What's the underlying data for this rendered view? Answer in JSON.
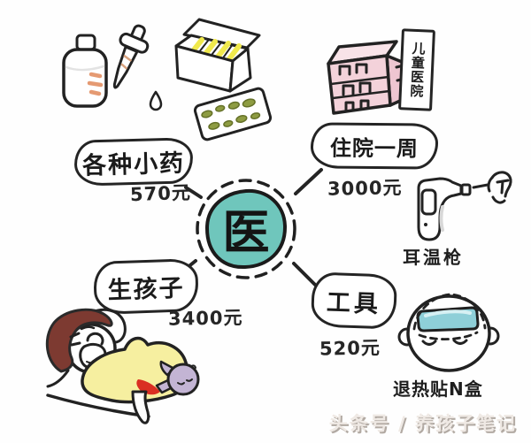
{
  "center": {
    "label": "医"
  },
  "branches": {
    "medicines": {
      "label": "各种小药",
      "price": "570元"
    },
    "hospital": {
      "label": "住院一周",
      "price": "3000元"
    },
    "birth": {
      "label": "生孩子",
      "price": "3400元"
    },
    "tools": {
      "label": "工具",
      "price": "520元"
    }
  },
  "captions": {
    "hospital_sign": "儿童医院",
    "ear_thermometer": "耳温枪",
    "fever_patches": "退热贴N盒"
  },
  "watermark": "头条号 / 养孩子笔记",
  "colors": {
    "ink": "#222222",
    "center_teal": "#6fc6bc",
    "building_pink": "#f3d2da",
    "blanket_yellow": "#f6efa0",
    "hair_brown": "#7d3a31",
    "baby_purple": "#c3b4d4",
    "blood_red": "#da2f23",
    "patch_teal": "#8ecfd8",
    "pill_olive": "#8e9c42",
    "stripe_yellow": "#f0e94c",
    "watermark_gray": "#efe9e4"
  }
}
